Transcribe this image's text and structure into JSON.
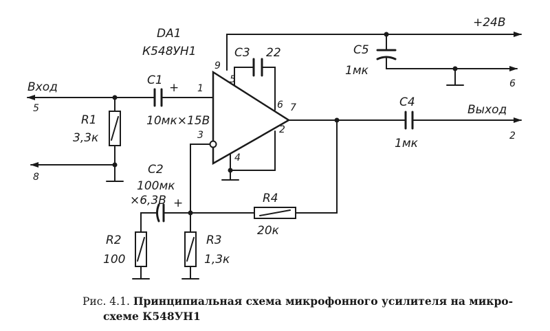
{
  "labels": {
    "da1": "DA1",
    "chip": "К548УН1",
    "plus24": "+24В",
    "input": "Вход",
    "output": "Выход",
    "c1": "C1",
    "c1_val": "10мк×15В",
    "c2": "C2",
    "c2_val1": "100мк",
    "c2_val2": "×6,3В",
    "c3": "C3",
    "c3_val": "22",
    "c4": "C4",
    "c4_val": "1мк",
    "c5": "C5",
    "c5_val": "1мк",
    "r1": "R1",
    "r1_val": "3,3к",
    "r2": "R2",
    "r2_val": "100",
    "r3": "R3",
    "r3_val": "1,3к",
    "r4": "R4",
    "r4_val": "20к",
    "plus": "+",
    "pin1": "1",
    "pin2": "2",
    "pin3": "3",
    "pin4": "4",
    "pin5": "5",
    "pin6": "6",
    "pin7": "7",
    "pin9": "9",
    "term5": "5",
    "term8": "8",
    "term2": "2",
    "term6": "6"
  },
  "caption": {
    "lead": "Рис. 4.1.",
    "line1": "Принципиальная схема микрофонного усилителя на микро-",
    "line2": "схеме К548УН1"
  },
  "colors": {
    "ink": "#1a1a1a",
    "background": "#ffffff"
  }
}
